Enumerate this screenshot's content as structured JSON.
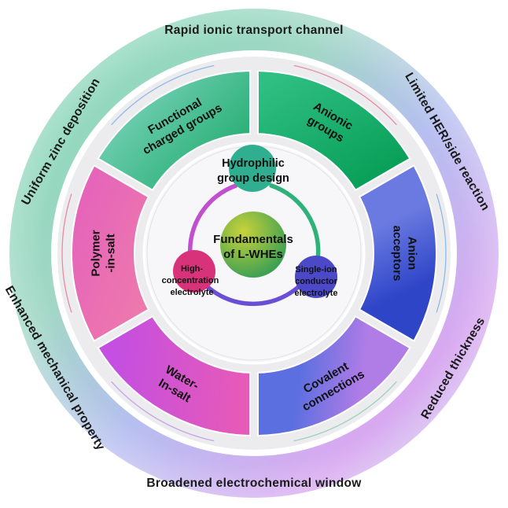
{
  "outer_ring": {
    "labels": [
      "Rapid ionic transport channel",
      "Limited HER/side reaction",
      "Reduced thickness",
      "Broadened electrochemical window",
      "Enhanced mechanical property",
      "Uniform zinc deposition"
    ]
  },
  "segments": [
    {
      "lines": [
        "Anionic",
        "groups"
      ],
      "color_from": "#2fbf83",
      "color_to": "#0aa05a"
    },
    {
      "lines": [
        "Anion",
        "acceptors"
      ],
      "color_from": "#6a7ae0",
      "color_to": "#2f45c8"
    },
    {
      "lines": [
        "Covalent",
        "connections"
      ],
      "color_from": "#5b6fe0",
      "color_to": "#b07ce6"
    },
    {
      "lines": [
        "Water-",
        "In-salt"
      ],
      "color_from": "#c44fe0",
      "color_to": "#e65ab8"
    },
    {
      "lines": [
        "Polymer",
        "-in-salt"
      ],
      "color_from": "#e25ac0",
      "color_to": "#ef7fa9"
    },
    {
      "lines": [
        "Functional",
        "charged groups"
      ],
      "color_from": "#86d8c4",
      "color_to": "#1ba96a"
    }
  ],
  "inner": {
    "center": [
      "Fundamentals",
      "of L-WHEs"
    ],
    "top_node": [
      "Hydrophilic",
      "group design"
    ],
    "left_node": [
      "High-",
      "concentration",
      "electrolyte"
    ],
    "right_node": [
      "Single-ion",
      "conductor",
      "electrolyte"
    ],
    "colors": {
      "center_from": "#c9d23a",
      "center_to": "#2e9b56",
      "top_node": "#2faf8f",
      "left_node": "#d8327a",
      "right_node": "#4b49c8"
    }
  }
}
